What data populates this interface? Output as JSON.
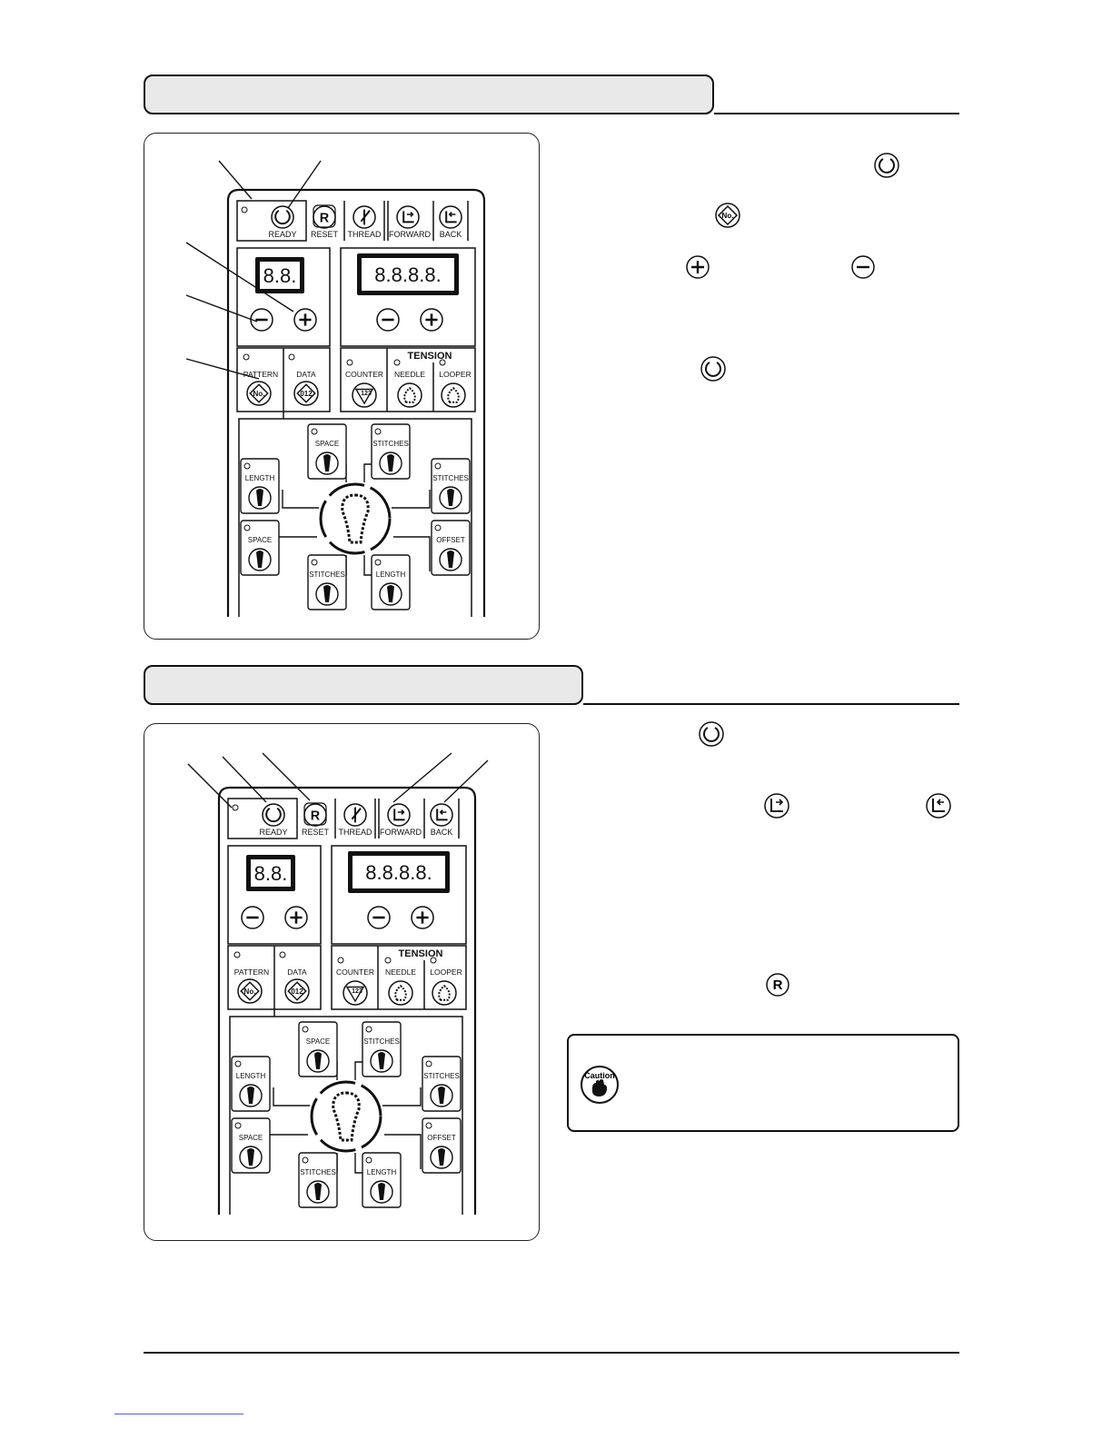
{
  "panel_labels": {
    "ready": "READY",
    "reset": "RESET",
    "thread": "THREAD",
    "forward": "FORWARD",
    "back": "BACK",
    "tension": "TENSION",
    "counter": "COUNTER",
    "needle": "NEEDLE",
    "looper": "LOOPER",
    "pattern": "PATTERN",
    "data": "DATA",
    "space": "SPACE",
    "stitches": "STITCHES",
    "length": "LENGTH",
    "offset": "OFFSET",
    "r_key": "R",
    "no_key": "No.",
    "data_key": "012",
    "counter_key": "123",
    "display_small": "8.8.",
    "display_large": "8.8.8.8."
  },
  "caution": {
    "label": "Caution"
  },
  "colors": {
    "line": "#111111",
    "header_fill": "#e9e9e9",
    "link": "#4a63c4"
  }
}
